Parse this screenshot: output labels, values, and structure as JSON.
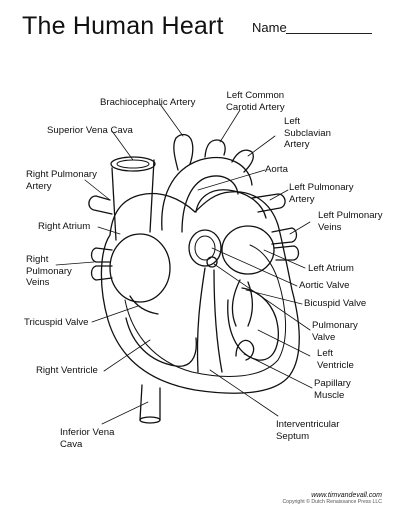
{
  "header": {
    "title": "The Human Heart",
    "name_label": "Name"
  },
  "labels": {
    "brachiocephalic_artery": "Brachiocephalic Artery",
    "left_common_carotid": [
      "Left Common",
      "Carotid Artery"
    ],
    "superior_vena_cava": "Superior Vena Cava",
    "left_subclavian": [
      "Left",
      "Subclavian",
      "Artery"
    ],
    "aorta": "Aorta",
    "right_pulmonary_artery": [
      "Right Pulmonary",
      "Artery"
    ],
    "left_pulmonary_artery": [
      "Left Pulmonary",
      "Artery"
    ],
    "left_pulmonary_veins": [
      "Left Pulmonary",
      "Veins"
    ],
    "right_atrium": "Right Atrium",
    "right_pulmonary_veins": [
      "Right",
      "Pulmonary",
      "Veins"
    ],
    "left_atrium": "Left Atrium",
    "aortic_valve": "Aortic Valve",
    "bicuspid_valve": "Bicuspid Valve",
    "tricuspid_valve": "Tricuspid Valve",
    "pulmonary_valve": [
      "Pulmonary",
      "Valve"
    ],
    "left_ventricle": [
      "Left",
      "Ventricle"
    ],
    "right_ventricle": "Right Ventricle",
    "papillary_muscle": [
      "Papillary",
      "Muscle"
    ],
    "inferior_vena_cava": [
      "Inferior Vena",
      "Cava"
    ],
    "interventricular_septum": [
      "Interventricular",
      "Septum"
    ]
  },
  "footer": {
    "site": "www.timvandevall.com",
    "copyright": "Copyright © Dutch Renaissance Press LLC"
  }
}
